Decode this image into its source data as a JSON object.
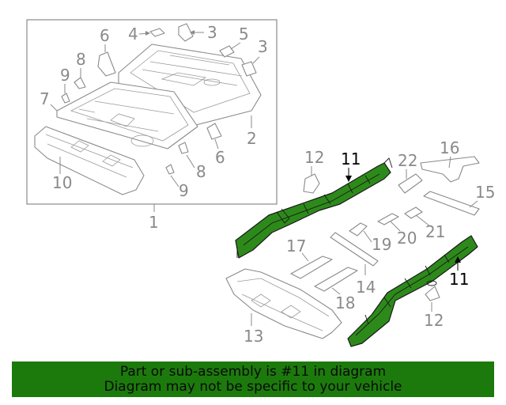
{
  "colors": {
    "highlight": "#2d8a1a",
    "banner": "#1c7a0c",
    "linework": "#8a8a8a"
  },
  "assembly_label": "1",
  "callouts": {
    "c4": "4",
    "c3a": "3",
    "c6a": "6",
    "c5": "5",
    "c3b": "3",
    "c8a": "8",
    "c9a": "9",
    "c7": "7",
    "c2": "2",
    "c6b": "6",
    "c8b": "8",
    "c9b": "9",
    "c10": "10",
    "c12a": "12",
    "c11a": "11",
    "c22": "22",
    "c16": "16",
    "c15": "15",
    "c19": "19",
    "c20": "20",
    "c21": "21",
    "c17": "17",
    "c14": "14",
    "c11b": "11",
    "c18": "18",
    "c12b": "12",
    "c13": "13"
  },
  "banner": {
    "line1": "Part or sub-assembly is #11 in diagram",
    "line2": "Diagram may not be specific to your vehicle"
  }
}
